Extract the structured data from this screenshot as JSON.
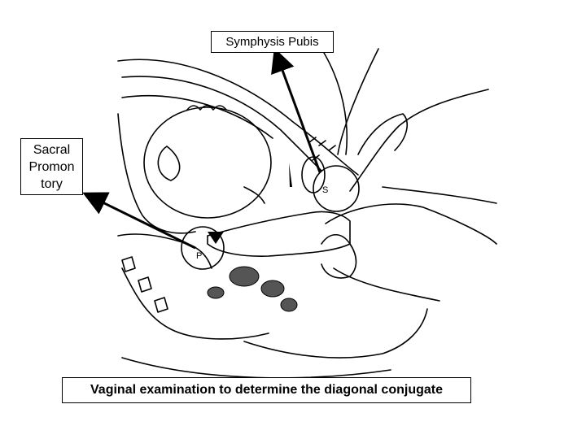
{
  "labels": {
    "symphysis_pubis": "Symphysis Pubis",
    "sacral_promontory": [
      "Sacral",
      "Promon",
      "tory"
    ],
    "caption": "Vaginal examination to determine the diagonal conjugate",
    "marker_s": "S",
    "marker_p": "P"
  },
  "colors": {
    "ink": "#000000",
    "paper": "#ffffff",
    "shade": "#555555"
  }
}
